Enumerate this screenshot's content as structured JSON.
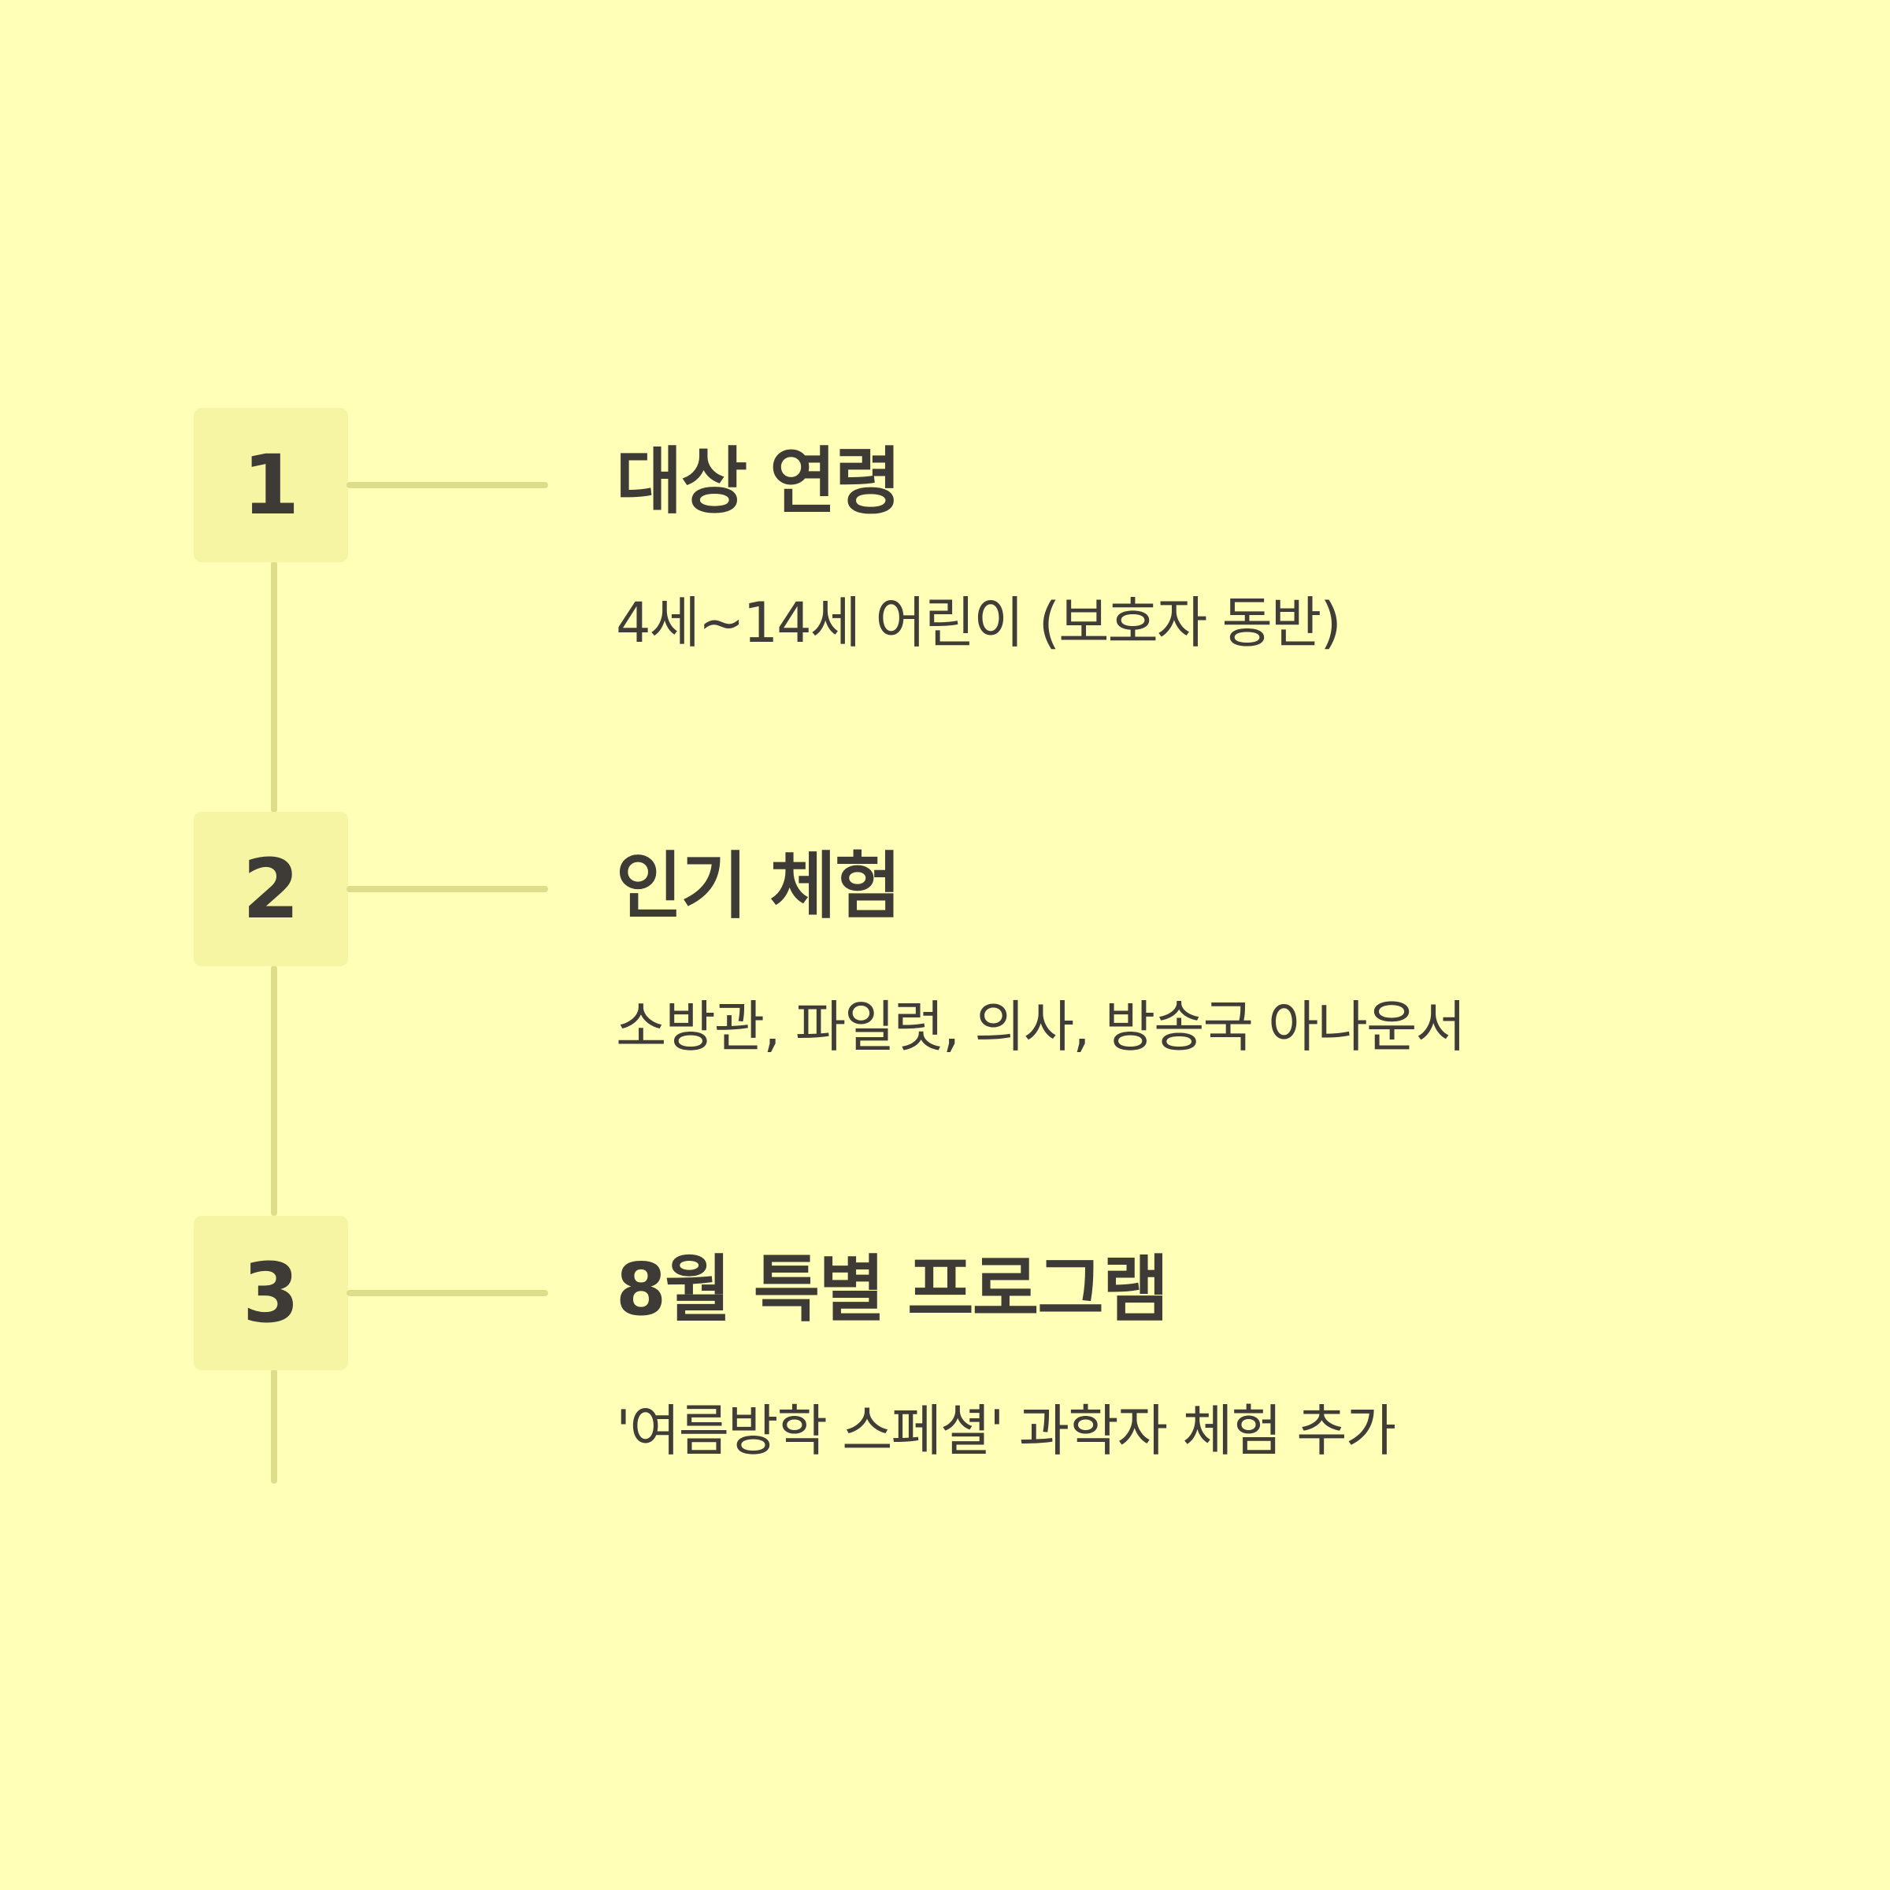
{
  "colors": {
    "background": "#FFFFB8",
    "badge": "#F5F5A3",
    "connector": "#DDDD8C",
    "text": "#403D38"
  },
  "items": [
    {
      "number": "1",
      "title": "대상 연령",
      "description": "4세~14세 어린이 (보호자 동반)"
    },
    {
      "number": "2",
      "title": "인기 체험",
      "description": "소방관, 파일럿, 의사, 방송국 아나운서"
    },
    {
      "number": "3",
      "title": "8월 특별 프로그램",
      "description": "'여름방학 스페셜' 과학자 체험 추가"
    }
  ]
}
